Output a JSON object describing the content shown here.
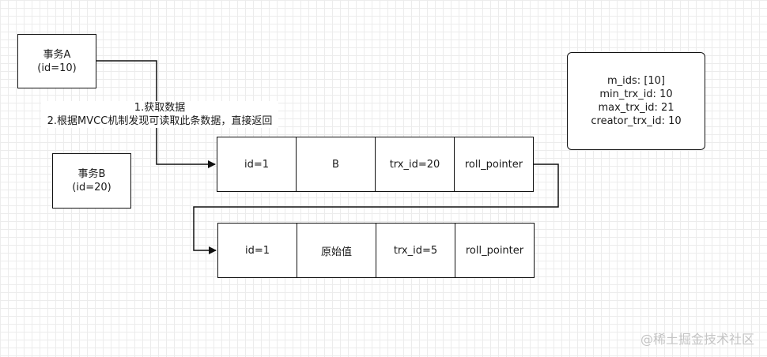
{
  "txA": {
    "name": "事务A",
    "id": "(id=10)"
  },
  "txB": {
    "name": "事务B",
    "id": "(id=20)"
  },
  "step_label": {
    "line1": "1.获取数据",
    "line2": "2.根据MVCC机制发现可读取此条数据，直接返回"
  },
  "row_current": [
    "id=1",
    "B",
    "trx_id=20",
    "roll_pointer"
  ],
  "row_previous": [
    "id=1",
    "原始值",
    "trx_id=5",
    "roll_pointer"
  ],
  "read_view": {
    "m_ids": "m_ids: [10]",
    "min_trx_id": "min_trx_id: 10",
    "max_trx_id": "max_trx_id: 21",
    "creator_trx_id": "creator_trx_id: 10"
  },
  "watermark": "@稀土掘金技术社区"
}
